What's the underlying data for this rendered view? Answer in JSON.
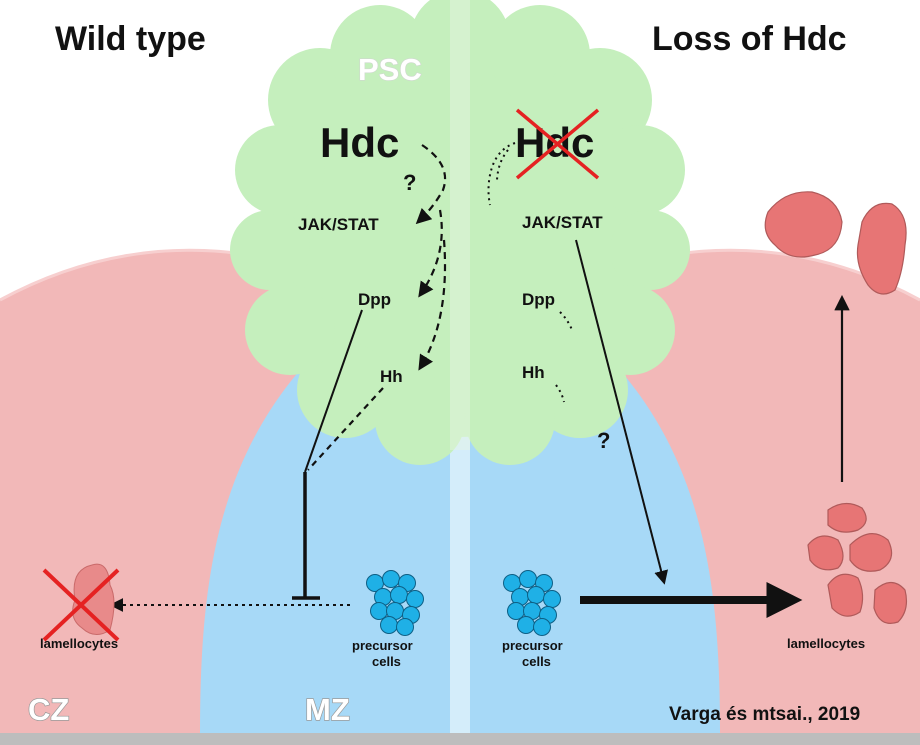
{
  "titles": {
    "left": "Wild type",
    "right": "Loss of Hdc"
  },
  "zones": {
    "psc": "PSC",
    "cz": "CZ",
    "mz": "MZ"
  },
  "wild": {
    "hdc": "Hdc",
    "question": "?",
    "jak": "JAK/STAT",
    "dpp": "Dpp",
    "hh": "Hh",
    "precursor": [
      "precursor",
      "cells"
    ],
    "lamellocytes": "lamellocytes"
  },
  "loss": {
    "hdc": "Hdc",
    "jak": "JAK/STAT",
    "dpp": "Dpp",
    "hh": "Hh",
    "question": "?",
    "precursor": [
      "precursor",
      "cells"
    ],
    "lamellocytes": "lamellocytes"
  },
  "credit": "Varga és mtsai., 2019",
  "colors": {
    "cz": "#f2b8b8",
    "mz": "#a7d9f7",
    "psc": "#c5efbd",
    "divider": "#d9eef9",
    "lamellocyte": "#e77575",
    "cell": "#1fb0e6",
    "cross": "#e52222",
    "bottom_bar": "#bdbdbd"
  }
}
